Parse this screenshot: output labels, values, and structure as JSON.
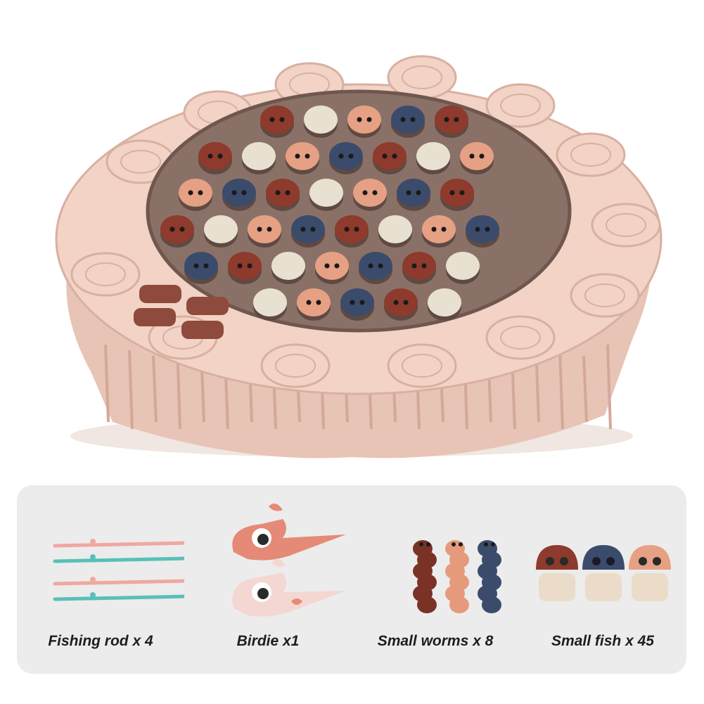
{
  "product": {
    "name": "Fishing game toy",
    "colors": {
      "body": "#f2d3c6",
      "body_shade": "#d8b0a1",
      "pond": "#8a7167",
      "fish_red": "#8e3a2c",
      "fish_navy": "#3b4b6b",
      "fish_peach": "#e6a084",
      "shell": "#e8e0d0",
      "panel_bg": "#ececec"
    }
  },
  "items": [
    {
      "caption": "Fishing rod x 4",
      "icon": "fishing-rod-icon"
    },
    {
      "caption": "Birdie x1",
      "icon": "bird-icon"
    },
    {
      "caption": "Small worms x 8",
      "icon": "worm-icon"
    },
    {
      "caption": "Small fish x 45",
      "icon": "fish-icon"
    }
  ]
}
